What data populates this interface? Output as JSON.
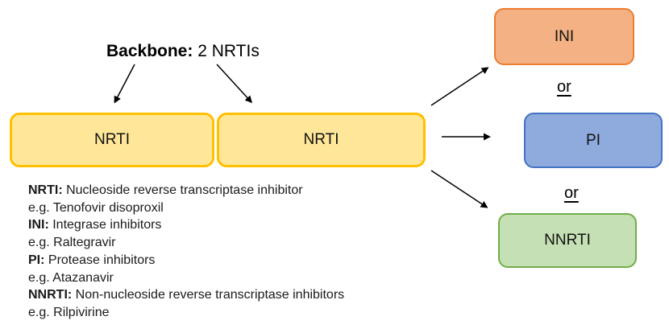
{
  "title": {
    "bold": "Backbone:",
    "rest": " 2 NRTIs"
  },
  "boxes": {
    "nrti1": {
      "label": "NRTI",
      "fill": "#FFE699",
      "border": "#FFC000"
    },
    "nrti2": {
      "label": "NRTI",
      "fill": "#FFE699",
      "border": "#FFC000"
    },
    "ini": {
      "label": "INI",
      "fill": "#F4B183",
      "border": "#ED7D31"
    },
    "pi": {
      "label": "PI",
      "fill": "#8FAADC",
      "border": "#4472C4"
    },
    "nnrti": {
      "label": "NNRTI",
      "fill": "#C5E0B4",
      "border": "#70AD47"
    }
  },
  "connectors": {
    "or1": "or",
    "or2": "or"
  },
  "legend": {
    "lines": [
      {
        "bold": "NRTI:",
        "text": " Nucleoside reverse transcriptase inhibitor"
      },
      {
        "bold": "",
        "text": "e.g. Tenofovir disoproxil"
      },
      {
        "bold": "INI:",
        "text": " Integrase inhibitors"
      },
      {
        "bold": "",
        "text": "e.g. Raltegravir"
      },
      {
        "bold": "PI:",
        "text": " Protease inhibitors"
      },
      {
        "bold": "",
        "text": "e.g. Atazanavir"
      },
      {
        "bold": "NNRTI:",
        "text": " Non-nucleoside reverse transcriptase inhibitors"
      },
      {
        "bold": "",
        "text": "e.g. Rilpivirine"
      }
    ]
  }
}
